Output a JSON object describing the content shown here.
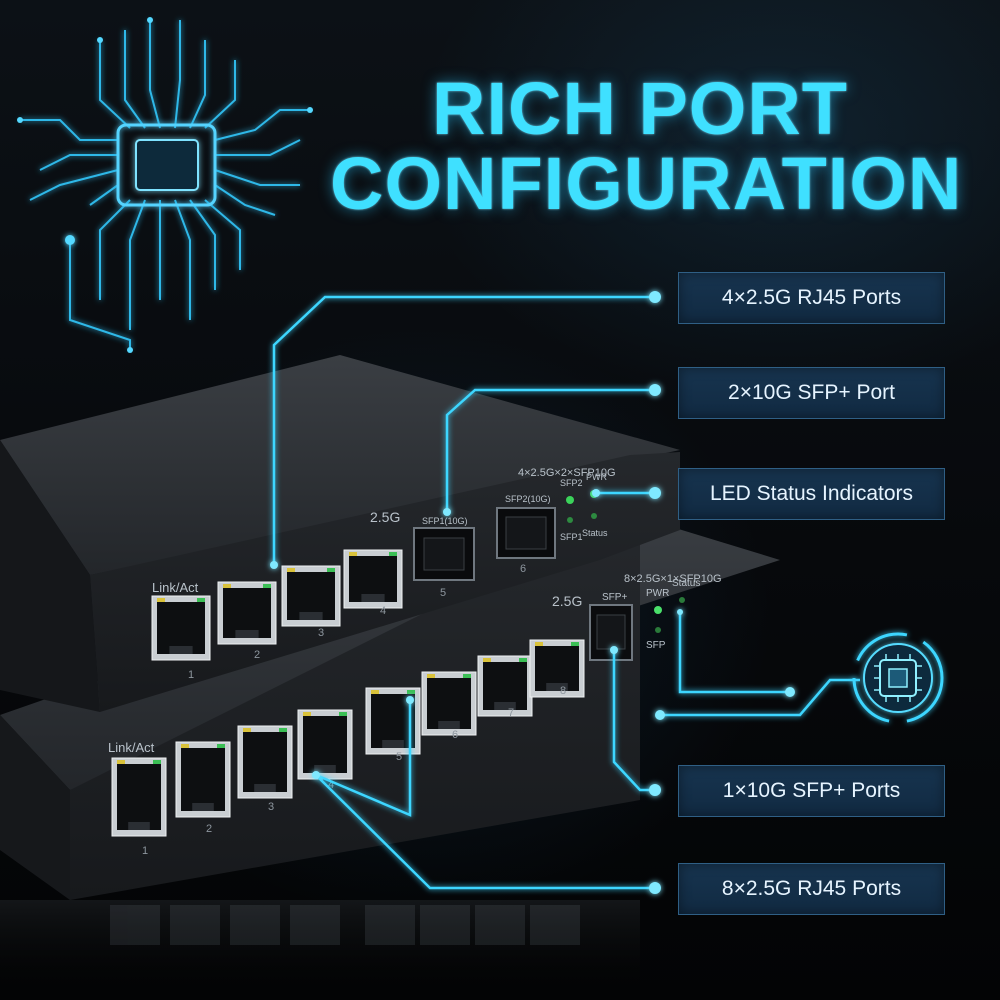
{
  "headline": {
    "line1": "RICH PORT",
    "line2": "CONFIGURATION"
  },
  "callouts": [
    {
      "id": "upper-rj45",
      "label": "4×2.5G RJ45 Ports"
    },
    {
      "id": "upper-sfp",
      "label": "2×10G SFP+ Port"
    },
    {
      "id": "led",
      "label": "LED Status Indicators"
    },
    {
      "id": "lower-sfp",
      "label": "1×10G SFP+ Ports"
    },
    {
      "id": "lower-rj45",
      "label": "8×2.5G RJ45 Ports"
    }
  ],
  "upper_switch": {
    "model_label": "4×2.5G×2×SFP10G",
    "speed_label": "2.5G",
    "link_label": "Link/Act",
    "sfp1_label": "SFP1(10G)",
    "sfp2_label": "SFP2(10G)",
    "led_sfp2": "SFP2",
    "led_pwr": "PWR",
    "led_sfp1": "SFP1",
    "led_status": "Status",
    "port_numbers": [
      "1",
      "2",
      "3",
      "4"
    ],
    "sfp_numbers": [
      "5",
      "6"
    ]
  },
  "lower_switch": {
    "model_label": "8×2.5G×1×SFP10G",
    "speed_label": "2.5G",
    "link_label": "Link/Act",
    "sfp_label": "SFP+",
    "led_pwr": "PWR",
    "led_status": "Status",
    "led_sfp": "SFP",
    "port_numbers": [
      "1",
      "2",
      "3",
      "4",
      "5",
      "6",
      "7",
      "8"
    ]
  },
  "colors": {
    "accent": "#3fe0ff",
    "callout_bg": "#17344f",
    "chassis": "#2a2d31"
  },
  "icons": [
    "cpu-chip-icon",
    "circuit-chip-badge-icon"
  ]
}
